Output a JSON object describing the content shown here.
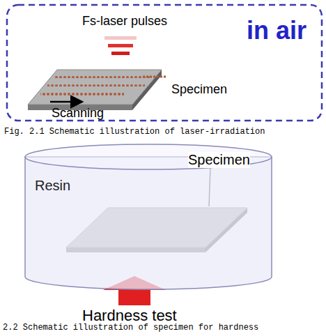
{
  "diagram": {
    "nodes": [
      {
        "text": [
          "in air"
        ]
      },
      {
        "text": [
          "Resin"
        ]
      }
    ],
    "labels": [
      "Fs-laser pulses",
      "Specimen",
      "Scanning",
      "Fig. 2.1 Schematic illustration of laser-irradiation",
      "Specimen",
      "Hardness test",
      "2.2 Schematic illustration of specimen for hardness"
    ]
  }
}
